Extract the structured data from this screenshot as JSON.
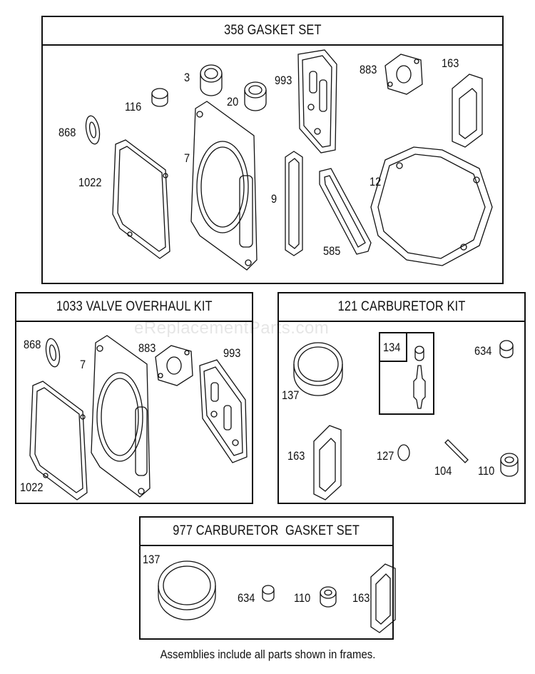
{
  "watermark": "eReplacementParts.com",
  "footnote": "Assemblies include all parts shown in frames.",
  "kits": {
    "gasket_set": {
      "title": "358 GASKET SET",
      "labels": [
        "3",
        "993",
        "883",
        "163",
        "116",
        "20",
        "868",
        "7",
        "1022",
        "9",
        "12",
        "585"
      ]
    },
    "valve_kit": {
      "title": "1033 VALVE OVERHAUL KIT",
      "labels": [
        "868",
        "7",
        "883",
        "993",
        "1022"
      ]
    },
    "carb_kit": {
      "title": "121 CARBURETOR KIT",
      "labels": [
        "134",
        "634",
        "137",
        "163",
        "127",
        "104",
        "110"
      ]
    },
    "carb_gasket_set": {
      "title": "977 CARBURETOR  GASKET SET",
      "labels": [
        "137",
        "634",
        "110",
        "163"
      ]
    }
  }
}
